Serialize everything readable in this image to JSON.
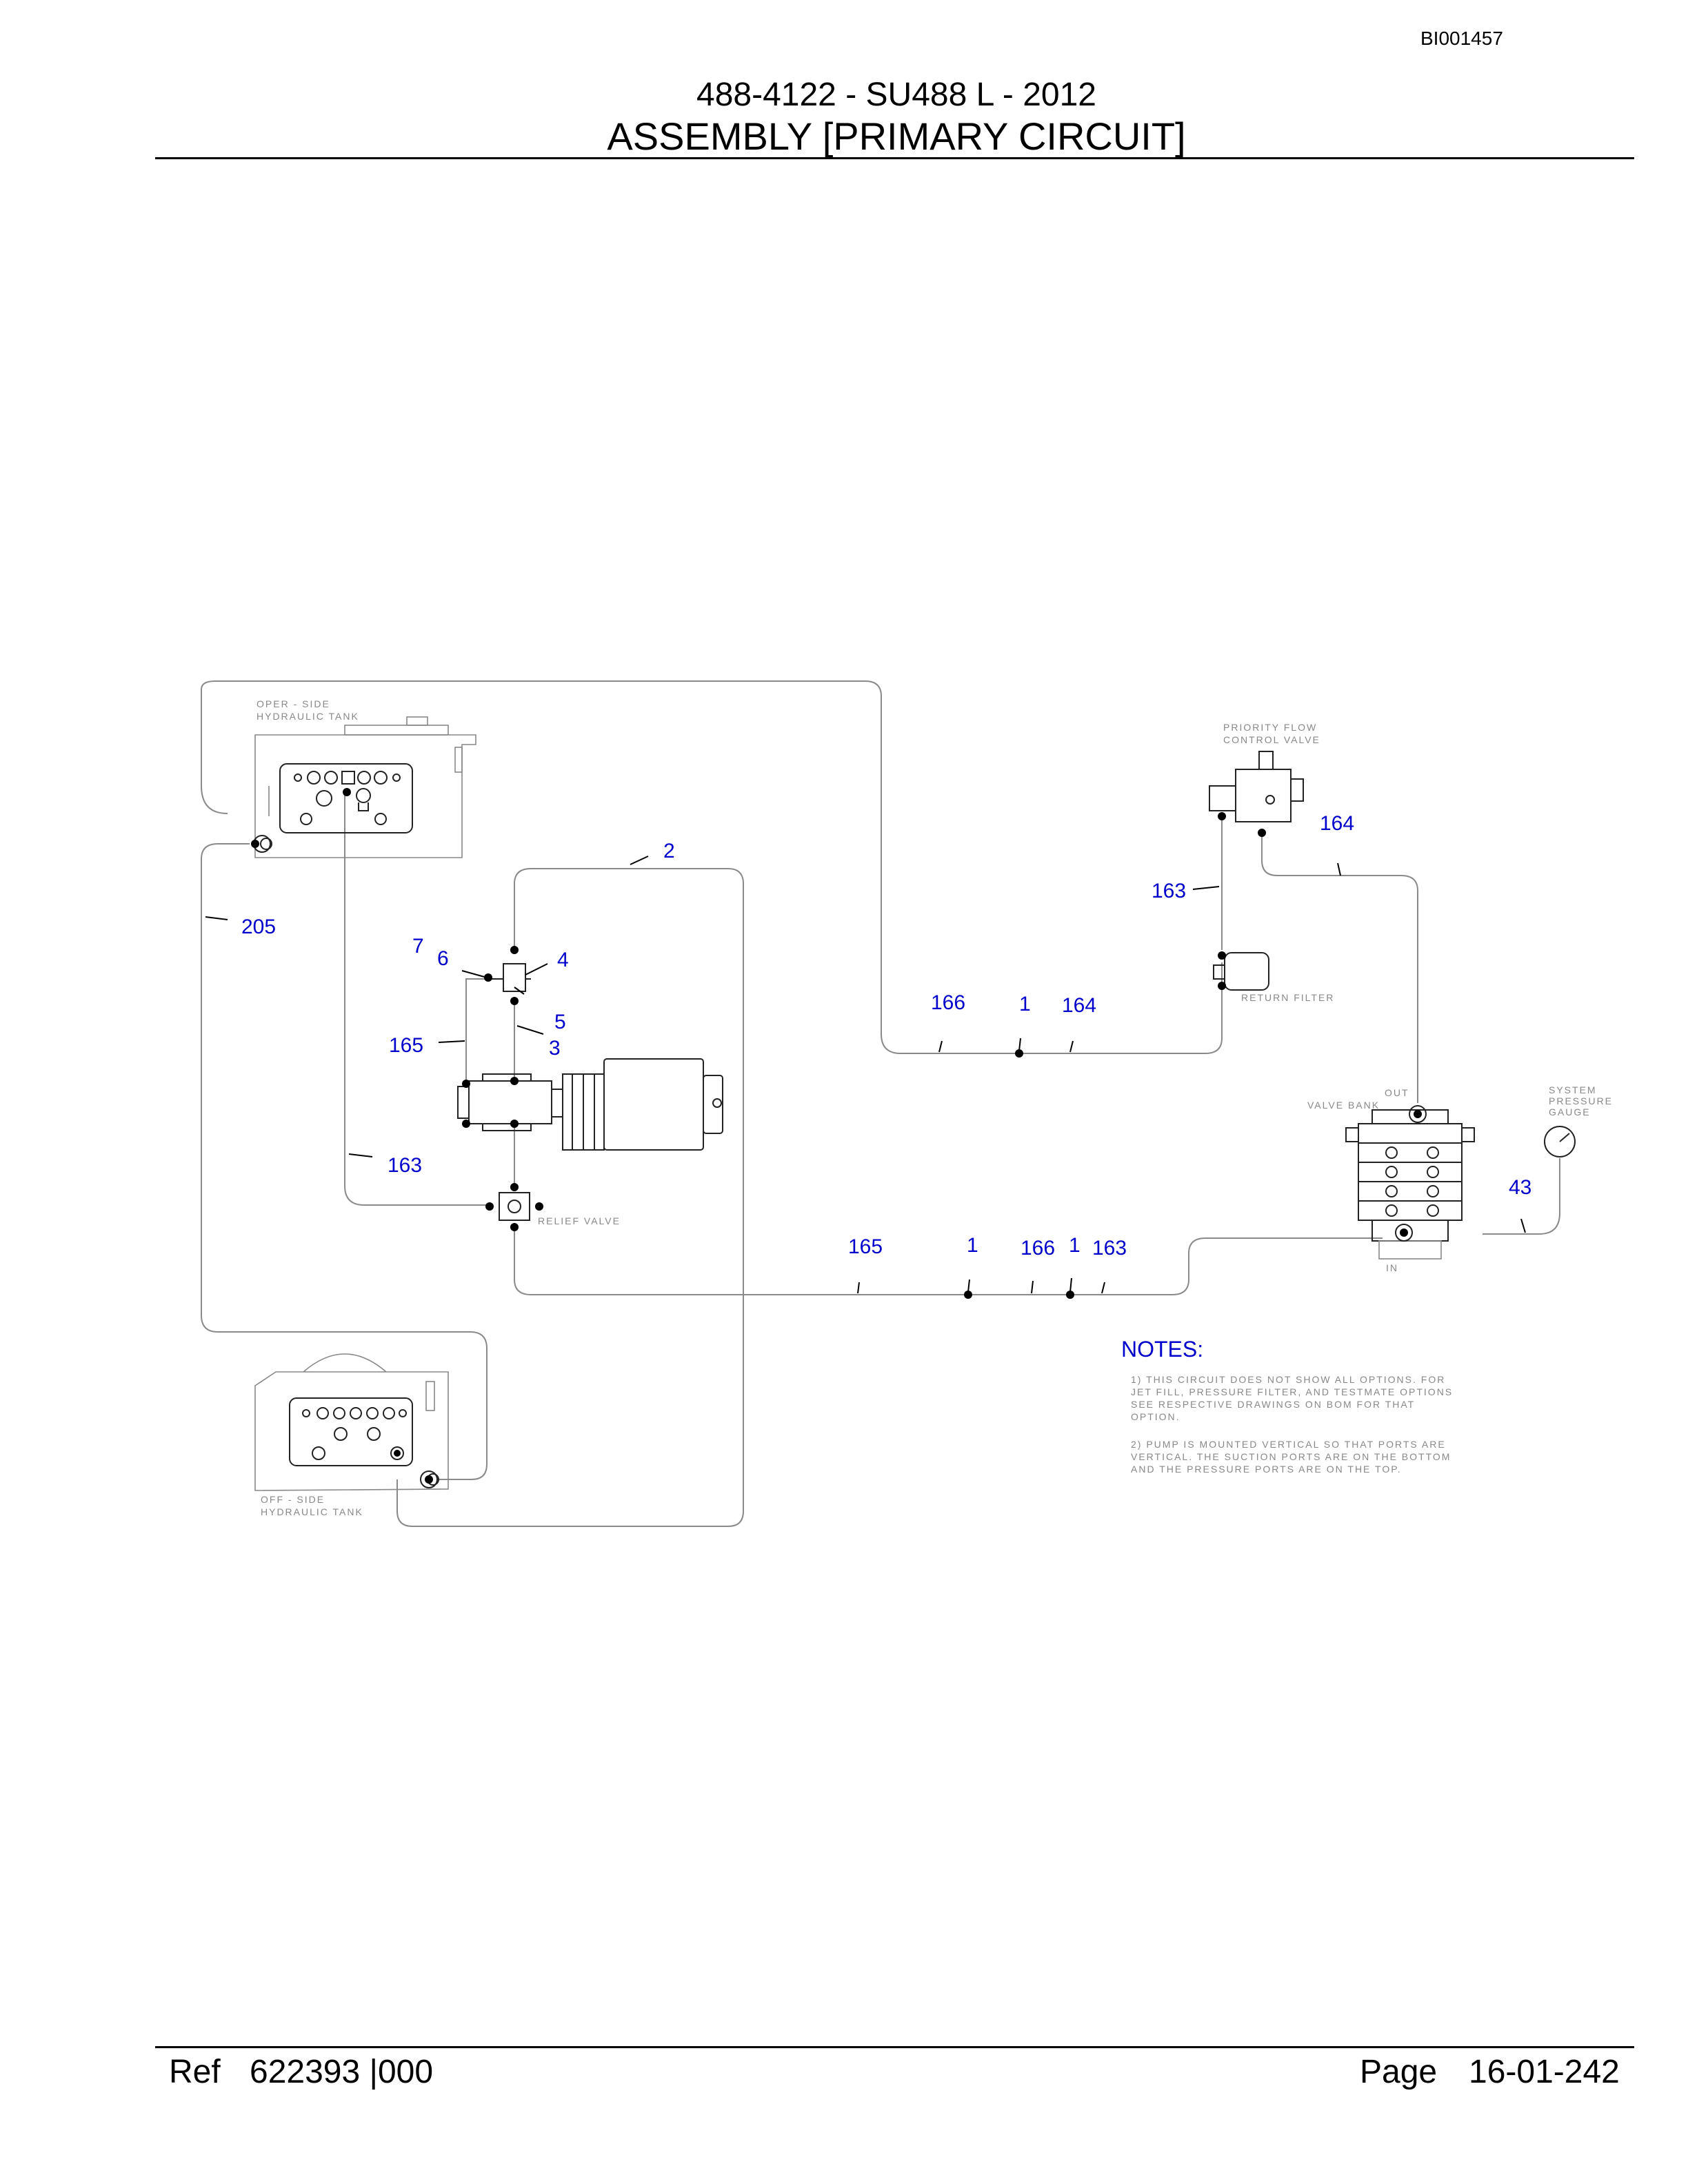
{
  "header": {
    "doc_code": "BI001457",
    "title_line1": "488-4122 - SU488 L - 2012",
    "title_line2": "ASSEMBLY [PRIMARY CIRCUIT]"
  },
  "footer": {
    "ref_label": "Ref",
    "ref_value": "622393 |000",
    "page_label": "Page",
    "page_value": "16-01-242"
  },
  "diagram": {
    "component_labels": {
      "oper_tank_line1": "OPER - SIDE",
      "oper_tank_line2": "HYDRAULIC TANK",
      "off_tank_line1": "OFF - SIDE",
      "off_tank_line2": "HYDRAULIC TANK",
      "priority_valve_line1": "PRIORITY FLOW",
      "priority_valve_line2": "CONTROL VALVE",
      "return_filter": "RETURN FILTER",
      "relief_valve": "RELIEF VALVE",
      "valve_bank": "VALVE BANK",
      "valve_bank_out": "OUT",
      "valve_bank_in": "IN",
      "gauge_line1": "SYSTEM",
      "gauge_line2": "PRESSURE",
      "gauge_line3": "GAUGE"
    },
    "callouts": {
      "c205": "205",
      "c2": "2",
      "c7": "7",
      "c6": "6",
      "c4": "4",
      "c5": "5",
      "c3": "3",
      "c165_left": "165",
      "c163_left": "163",
      "c166_top": "166",
      "c1_top": "1",
      "c164_top": "164",
      "c163_right": "163",
      "c164_right": "164",
      "c43": "43",
      "c165_bottom": "165",
      "c1_bottom_a": "1",
      "c166_bottom": "166",
      "c1_bottom_b": "1",
      "c163_bottom": "163"
    },
    "notes": {
      "title": "NOTES:",
      "lines": [
        "1) THIS CIRCUIT DOES NOT SHOW ALL OPTIONS.  FOR",
        "    JET FILL, PRESSURE FILTER, AND TESTMATE OPTIONS",
        "    SEE RESPECTIVE DRAWINGS ON BOM FOR THAT",
        "    OPTION.",
        "2) PUMP IS MOUNTED VERTICAL SO THAT PORTS ARE",
        "    VERTICAL. THE SUCTION PORTS ARE ON THE BOTTOM",
        "    AND THE PRESSURE PORTS ARE ON THE TOP."
      ]
    }
  }
}
